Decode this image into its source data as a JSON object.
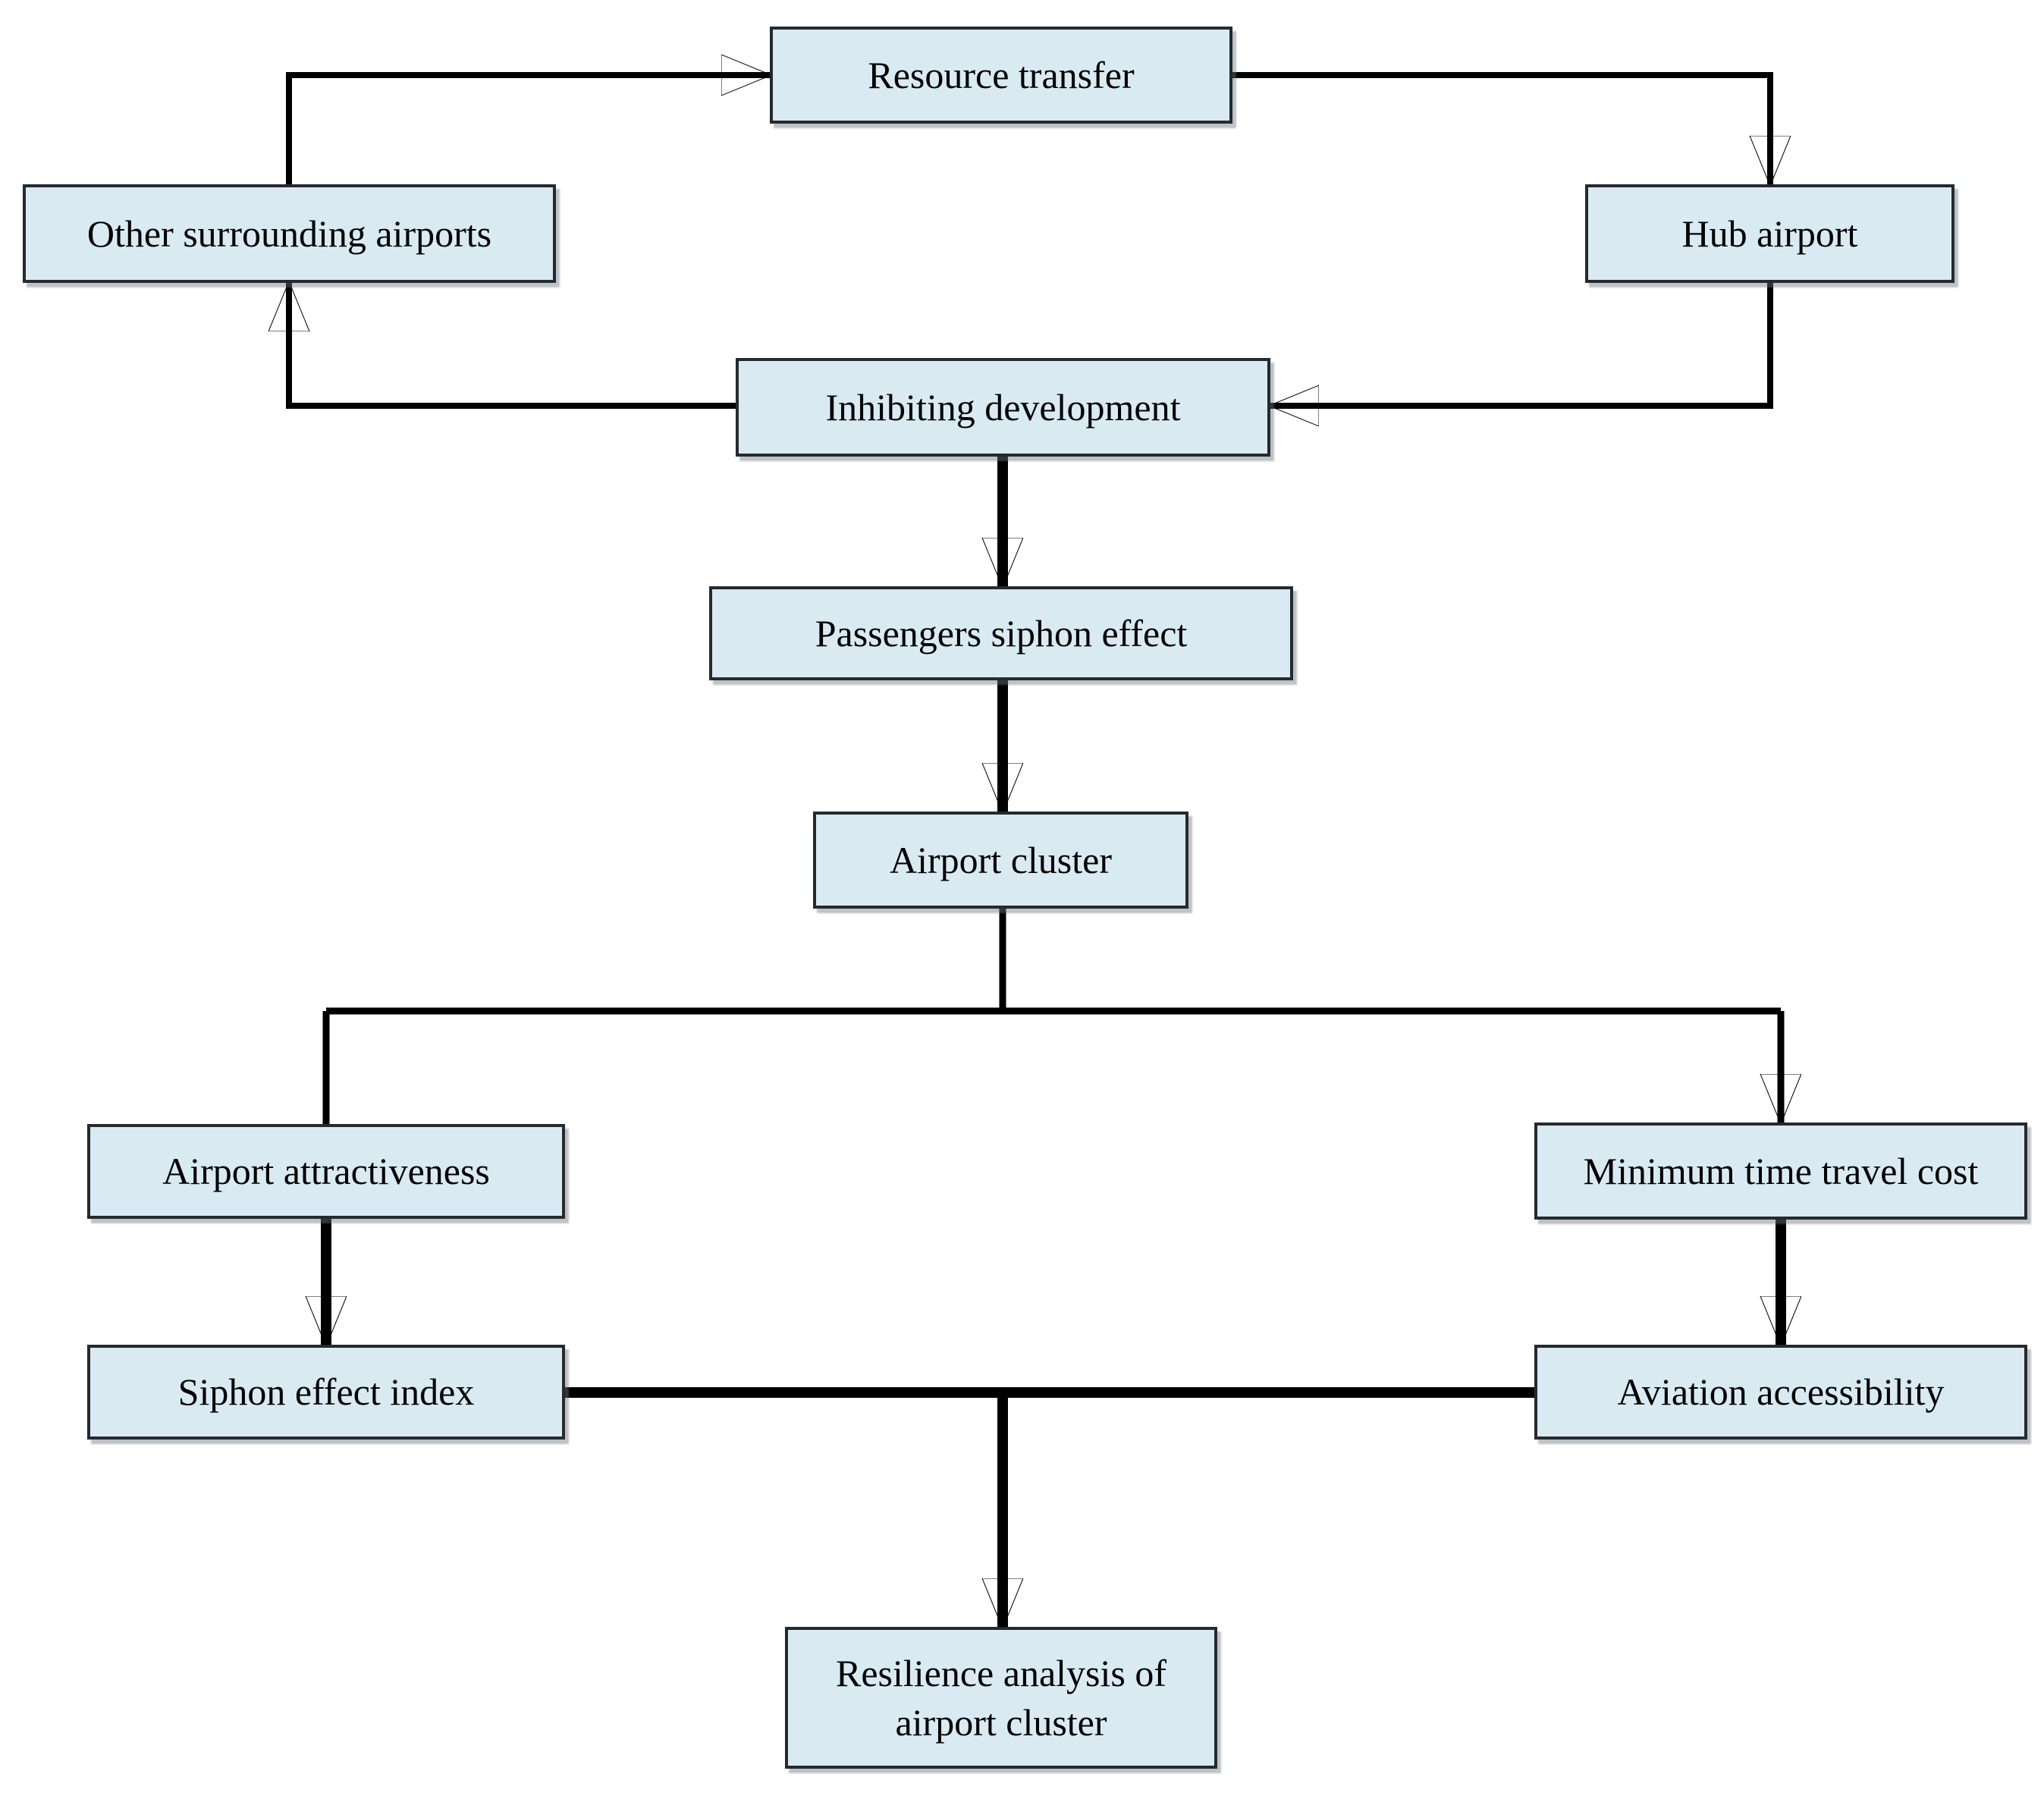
{
  "diagram": {
    "colors": {
      "box_fill": "#daeaf3",
      "box_border": "#242a2e",
      "line": "#000000",
      "background": "#ffffff"
    },
    "nodes": {
      "resource_transfer": {
        "label": "Resource transfer"
      },
      "other_surrounding_airports": {
        "label": "Other surrounding airports"
      },
      "hub_airport": {
        "label": "Hub airport"
      },
      "inhibiting_development": {
        "label": "Inhibiting development"
      },
      "passengers_siphon_effect": {
        "label": "Passengers siphon effect"
      },
      "airport_cluster": {
        "label": "Airport cluster"
      },
      "airport_attractiveness": {
        "label": "Airport attractiveness"
      },
      "minimum_time_travel_cost": {
        "label": "Minimum time travel cost"
      },
      "siphon_effect_index": {
        "label": "Siphon effect index"
      },
      "aviation_accessibility": {
        "label": "Aviation accessibility"
      },
      "resilience_analysis": {
        "label": "Resilience analysis of airport cluster"
      }
    },
    "edges": [
      {
        "from": "other_surrounding_airports",
        "to": "resource_transfer",
        "arrow": true
      },
      {
        "from": "resource_transfer",
        "to": "hub_airport",
        "arrow": true
      },
      {
        "from": "hub_airport",
        "to": "inhibiting_development",
        "arrow": true
      },
      {
        "from": "inhibiting_development",
        "to": "other_surrounding_airports",
        "arrow": true
      },
      {
        "from": "inhibiting_development",
        "to": "passengers_siphon_effect",
        "arrow": true
      },
      {
        "from": "passengers_siphon_effect",
        "to": "airport_cluster",
        "arrow": true
      },
      {
        "from": "airport_cluster",
        "to": "airport_attractiveness",
        "arrow": false
      },
      {
        "from": "airport_cluster",
        "to": "minimum_time_travel_cost",
        "arrow": true
      },
      {
        "from": "airport_attractiveness",
        "to": "siphon_effect_index",
        "arrow": true
      },
      {
        "from": "minimum_time_travel_cost",
        "to": "aviation_accessibility",
        "arrow": true
      },
      {
        "from": "siphon_effect_index",
        "to": "resilience_analysis",
        "arrow": true
      },
      {
        "from": "aviation_accessibility",
        "to": "resilience_analysis",
        "arrow": true
      }
    ]
  }
}
